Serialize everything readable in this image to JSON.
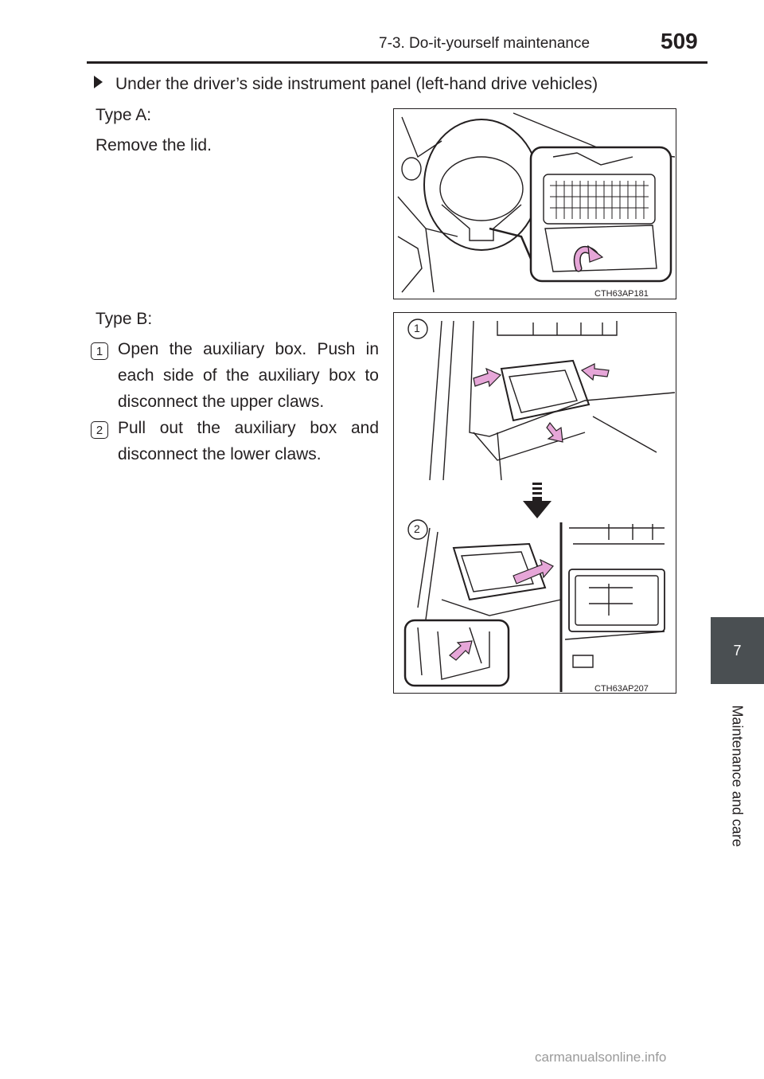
{
  "header": {
    "section": "7-3. Do-it-yourself maintenance",
    "page_number": "509"
  },
  "side_tab": {
    "chapter_number": "7",
    "chapter_title": "Maintenance and care"
  },
  "content": {
    "bullet_heading": "Under the driver’s side instrument panel (left-hand drive vehicles)",
    "type_a_label": "Type A:",
    "type_a_instruction": "Remove the lid.",
    "type_b_label": "Type B:",
    "steps": [
      {
        "number": "1",
        "text": "Open the auxiliary box. Push in each side of the auxiliary box to disconnect the upper claws."
      },
      {
        "number": "2",
        "text": "Pull out the auxiliary box and disconnect the lower claws."
      }
    ]
  },
  "figures": {
    "fig_a_code": "CTH63AP181",
    "fig_b_code": "CTH63AP207",
    "fig_b_callout_1": "1",
    "fig_b_callout_2": "2"
  },
  "colors": {
    "text": "#231f20",
    "tab_dark": "#4a4f52",
    "arrow_pink": "#e6a6d8"
  },
  "watermark": "carmanualsonline.info"
}
